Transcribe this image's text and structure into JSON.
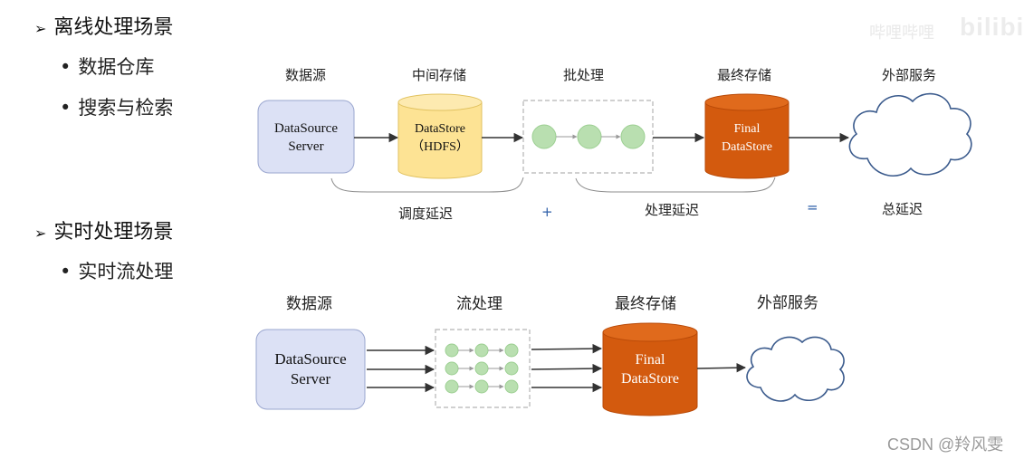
{
  "offline": {
    "heading": "离线处理场景",
    "bullets": [
      "数据仓库",
      "搜索与检索"
    ],
    "labels": {
      "source": "数据源",
      "middle": "中间存储",
      "batch": "批处理",
      "final": "最终存储",
      "external": "外部服务"
    },
    "source_box": {
      "line1": "DataSource",
      "line2": "Server"
    },
    "middle_store": {
      "line1": "DataStore",
      "line2": "（HDFS）"
    },
    "final_store": {
      "line1": "Final",
      "line2": "DataStore"
    },
    "latency": {
      "schedule": "调度延迟",
      "plus": "+",
      "process": "处理延迟",
      "equals": "=",
      "total": "总延迟"
    }
  },
  "realtime": {
    "heading": "实时处理场景",
    "bullets": [
      "实时流处理"
    ],
    "labels": {
      "source": "数据源",
      "stream": "流处理",
      "final": "最终存储",
      "external": "外部服务"
    },
    "source_box": {
      "line1": "DataSource",
      "line2": "Server"
    },
    "final_store": {
      "line1": "Final",
      "line2": "DataStore"
    }
  },
  "colors": {
    "source_fill": "#dce1f5",
    "middle_fill": "#fde394",
    "final_fill": "#d35a0e",
    "node_fill": "#b9dfb0"
  },
  "watermarks": {
    "csdn": "CSDN @羚风雯",
    "bilibili": "bilibili"
  }
}
